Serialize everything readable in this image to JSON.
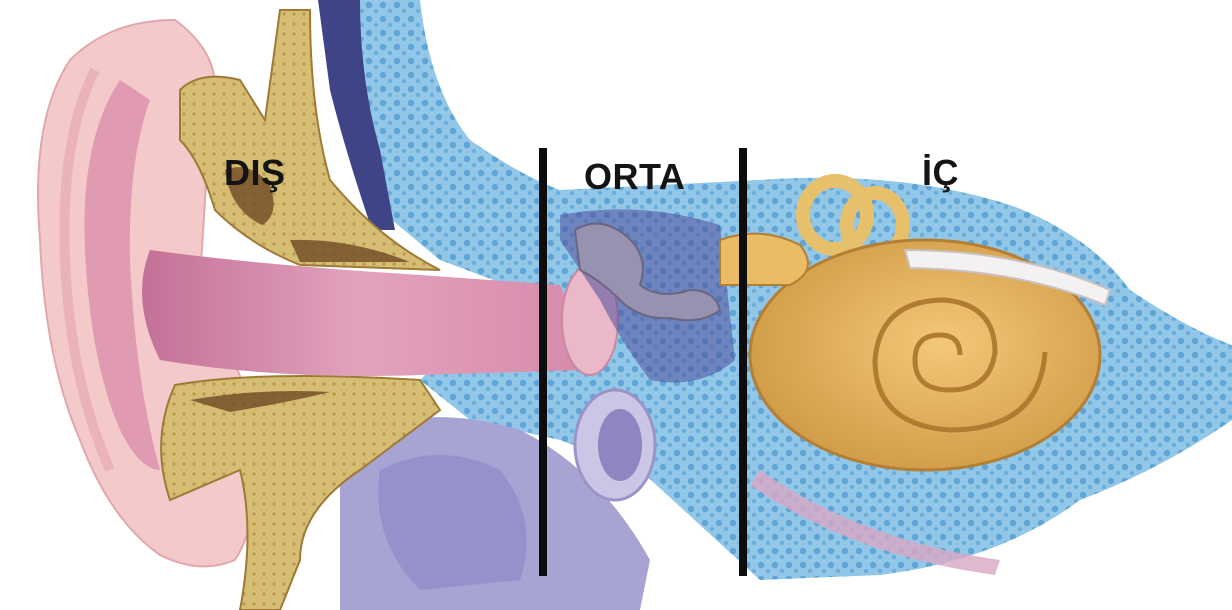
{
  "labels": {
    "outer": "DIŞ",
    "middle": "ORTA",
    "inner": "İÇ"
  },
  "colors": {
    "skin": "#f2c6c8",
    "canal": "#d894b0",
    "cartilage": "#d9c07a",
    "bone": "#8fc3e6",
    "nerve": "#4a4f8a",
    "cochlea": "#e7b75e",
    "divider": "#0d0d0d"
  }
}
